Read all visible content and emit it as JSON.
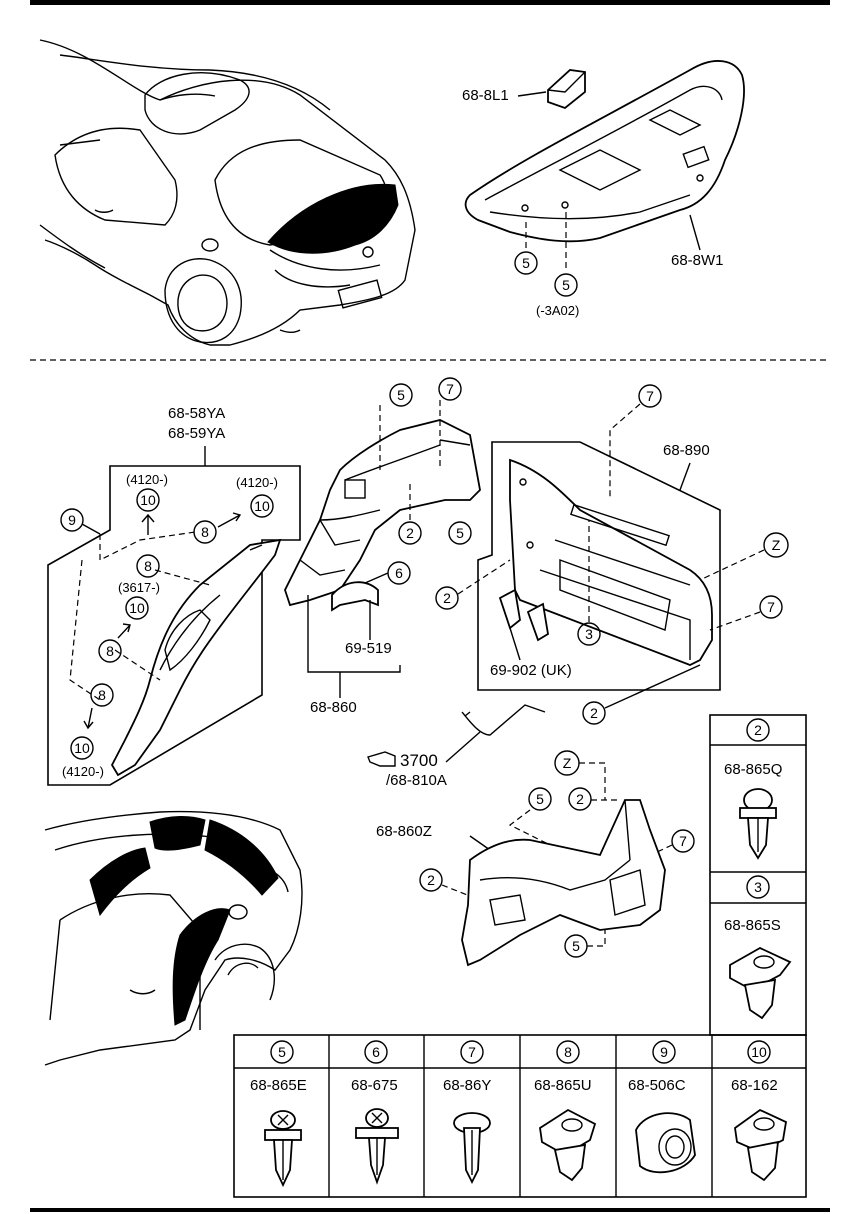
{
  "trunk_lid": {
    "pad_part": "68-8L1",
    "trim_part": "68-8W1",
    "clip_ref": "5",
    "clip_ref_variant": "5",
    "variant_note": "(-3A02)"
  },
  "side_trim": {
    "part_lines": [
      "68-58YA",
      "68-59YA"
    ],
    "code_4120": "(4120-)",
    "code_3617": "(3617-)",
    "refs": {
      "r8": "8",
      "r9": "9",
      "r10": "10"
    }
  },
  "center": {
    "refs": {
      "r2": "2",
      "r5": "5",
      "r6": "6",
      "r7": "7",
      "rz": "Z",
      "r3": "3"
    },
    "bracket_part": "69-519",
    "panel_part": "68-860",
    "end_trim_part": "68-890",
    "hook_part": "69-902 (UK)",
    "tool_part": "3700",
    "tool_sub": "/68-810A",
    "lower_trim_part": "68-860Z"
  },
  "fastener_table": [
    {
      "ref": "5",
      "part": "68-865E"
    },
    {
      "ref": "6",
      "part": "68-675"
    },
    {
      "ref": "7",
      "part": "68-86Y"
    },
    {
      "ref": "8",
      "part": "68-865U"
    },
    {
      "ref": "9",
      "part": "68-506C"
    },
    {
      "ref": "10",
      "part": "68-162"
    }
  ],
  "fastener_side": [
    {
      "ref": "2",
      "part": "68-865Q"
    },
    {
      "ref": "3",
      "part": "68-865S"
    }
  ]
}
